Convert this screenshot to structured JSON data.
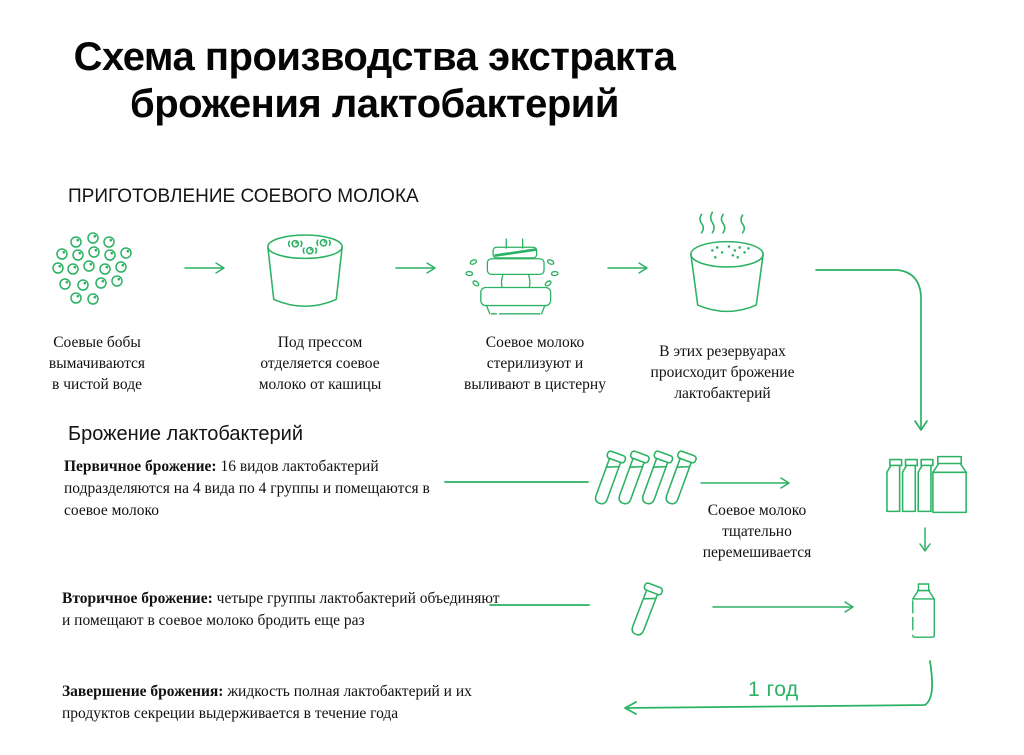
{
  "title": "Схема производства экстракта\nброжения лактобактерий",
  "colors": {
    "accent_green": "#2bb263",
    "text_black": "#000000"
  },
  "preparation": {
    "header": "ПРИГОТОВЛЕНИЕ СОЕВОГО МОЛОКА",
    "steps": [
      {
        "icon": "soybeans-icon",
        "caption": "Соевые бобы\nвымачиваются\nв чистой воде"
      },
      {
        "icon": "soaking-tub-icon",
        "caption": "Под прессом\nотделяется соевое\nмолоко от кашицы"
      },
      {
        "icon": "press-machine-icon",
        "caption": "Соевое молоко\nстерилизуют и\nвыливают в цистерну"
      },
      {
        "icon": "fermentation-tank-icon",
        "caption": "В этих резервуарах\nпроисходит брожение\nлактобактерий"
      }
    ]
  },
  "fermentation": {
    "header": "Брожение лактобактерий",
    "stages": [
      {
        "label": "Первичное брожение:",
        "text": "16 видов лактобактерий подразделяются на 4 вида по 4 группы и помещаются в соевое молоко"
      },
      {
        "label": "Вторичное брожение:",
        "text": "четыре группы лактобактерий объединяют и помещают в соевое молоко бродить еще раз"
      },
      {
        "label": "Завершение брожения:",
        "text": "жидкость полная лактобактерий и их продуктов секреции выдерживается в течение года"
      }
    ],
    "mixing_note": "Соевое молоко\nтщательно\nперемешивается",
    "year_label": "1 год"
  }
}
